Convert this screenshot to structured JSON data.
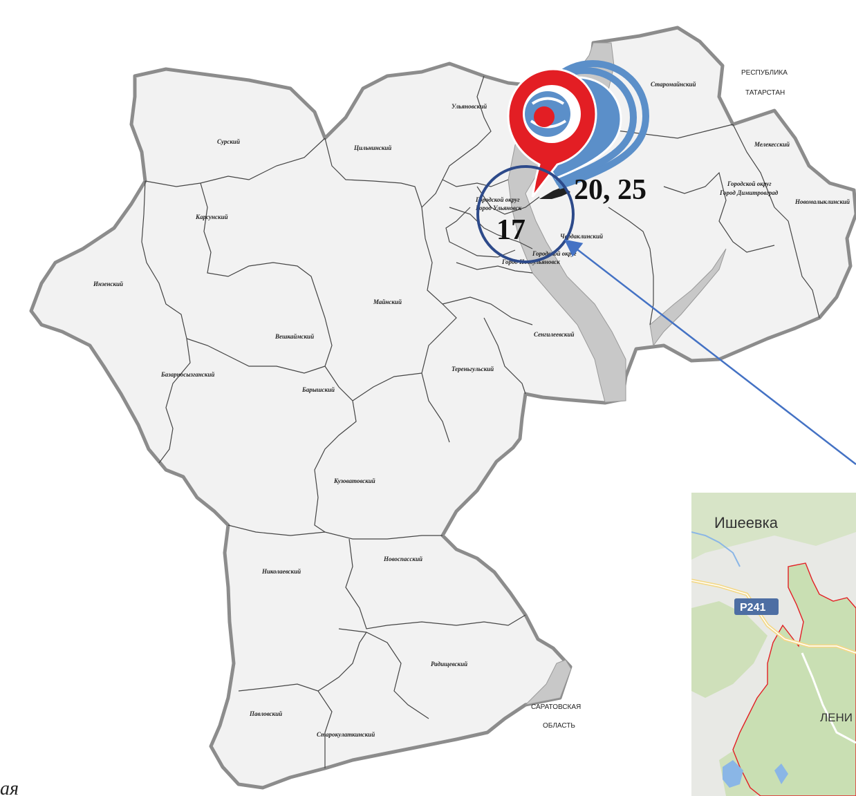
{
  "map": {
    "neighbors": {
      "tatarstan_line1": "РЕСПУБЛИКА",
      "tatarstan_line2": "ТАТАРСТАН",
      "saratov_line1": "САРАТОВСКАЯ",
      "saratov_line2": "ОБЛАСТЬ"
    },
    "districts": {
      "sursky": "Сурский",
      "karsunsky": "Карсунский",
      "inzensky": "Инзенский",
      "veshkaimsky": "Вешкаймский",
      "bazarnosyzgansky": "Базарносызганский",
      "baryshsky": "Барышский",
      "maynsky": "Майнский",
      "tsilninsky": "Цильнинский",
      "ulyanovsky": "Ульяновский",
      "staromaynsky": "Старомайнский",
      "melekessky": "Мелекесский",
      "dimitrovgrad_line1": "Городской округ",
      "dimitrovgrad_line2": "Город Димитровград",
      "novomalyklinsky": "Новомалыклинский",
      "ulyanovsk_line1": "Городской округ",
      "ulyanovsk_line2": "Город Ульяновск",
      "cherdaklinsky": "Чердаклинский",
      "novoulyanovsk_line1": "Городской округ",
      "novoulyanovsk_line2": "Город Новоульяновск",
      "sengileevsky": "Сенгилеевский",
      "terengulsky": "Тереньгульский",
      "kuzovatovsky": "Кузоватовский",
      "nikolaevsky": "Николаевский",
      "novospassky": "Новоспасский",
      "radishchevsky": "Радищевский",
      "pavlovsky": "Павловский",
      "starokulatkinsky": "Старокулаткинский"
    },
    "markers": {
      "site_a": "17",
      "site_b": "20, 25"
    },
    "corner_text": "ая"
  },
  "inset": {
    "town": "Ишеевка",
    "road": "Р241",
    "city_partial": "ЛЕНИ"
  },
  "colors": {
    "marker_red": "#e31e24",
    "marker_blue": "#5b8fc9",
    "circle": "#2d4a8a",
    "arrow": "#4472c4",
    "inset_bg": "#e8e9e5",
    "inset_green": "#c9dfb3"
  }
}
